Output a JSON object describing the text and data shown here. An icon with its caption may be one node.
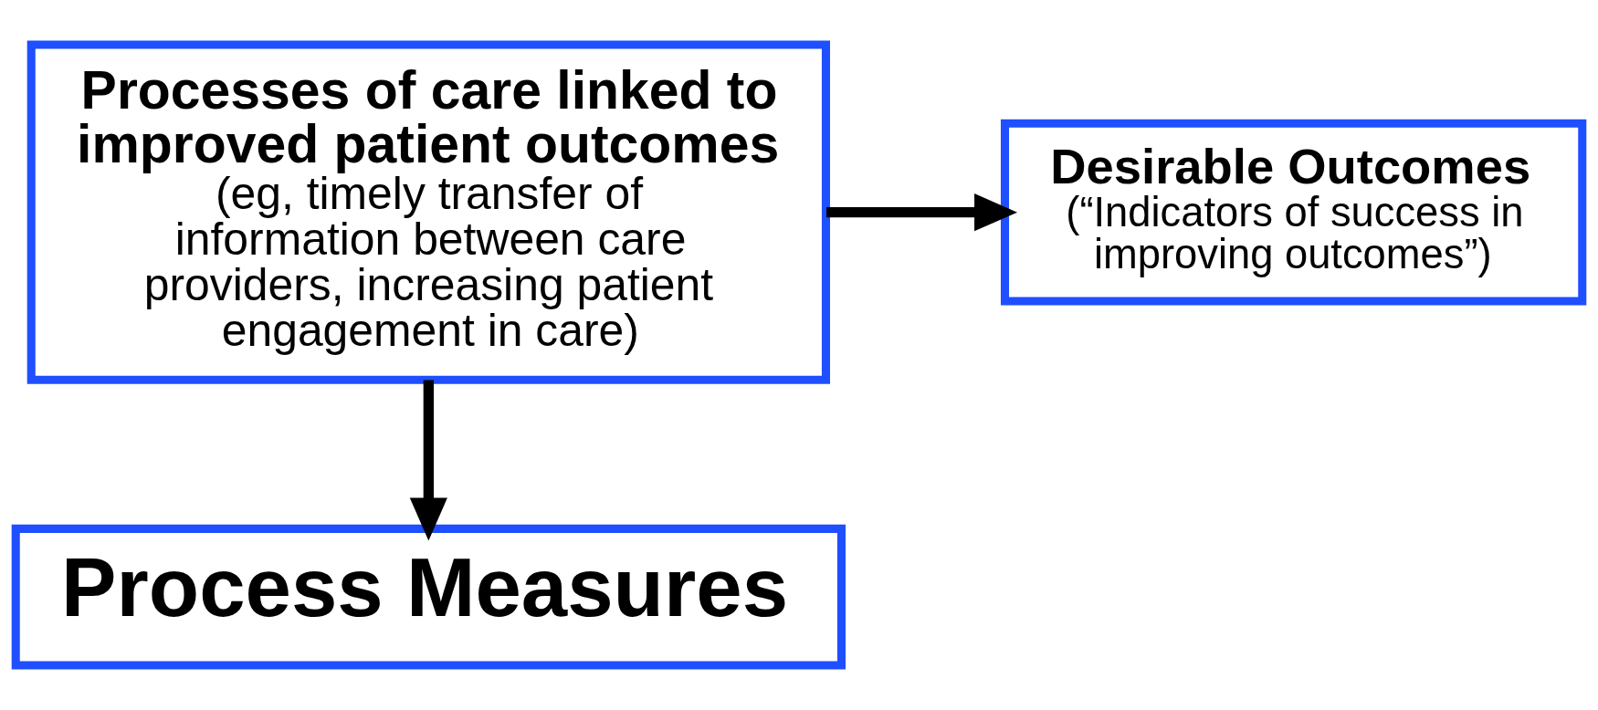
{
  "diagram": {
    "nodes": [
      {
        "text": [
          "Processes of care linked to improved patient outcomes",
          "(eg, timely transfer of information between care providers, increasing patient engagement in care)"
        ]
      },
      {
        "text": [
          "Desirable Outcomes",
          "(“Indicators of success in improving outcomes”)"
        ]
      },
      {
        "text": [
          "Process Measures"
        ]
      }
    ],
    "edges": [
      {
        "from": 0,
        "to": 1,
        "arrow": "to"
      },
      {
        "from": 0,
        "to": 2,
        "arrow": "to"
      }
    ]
  }
}
